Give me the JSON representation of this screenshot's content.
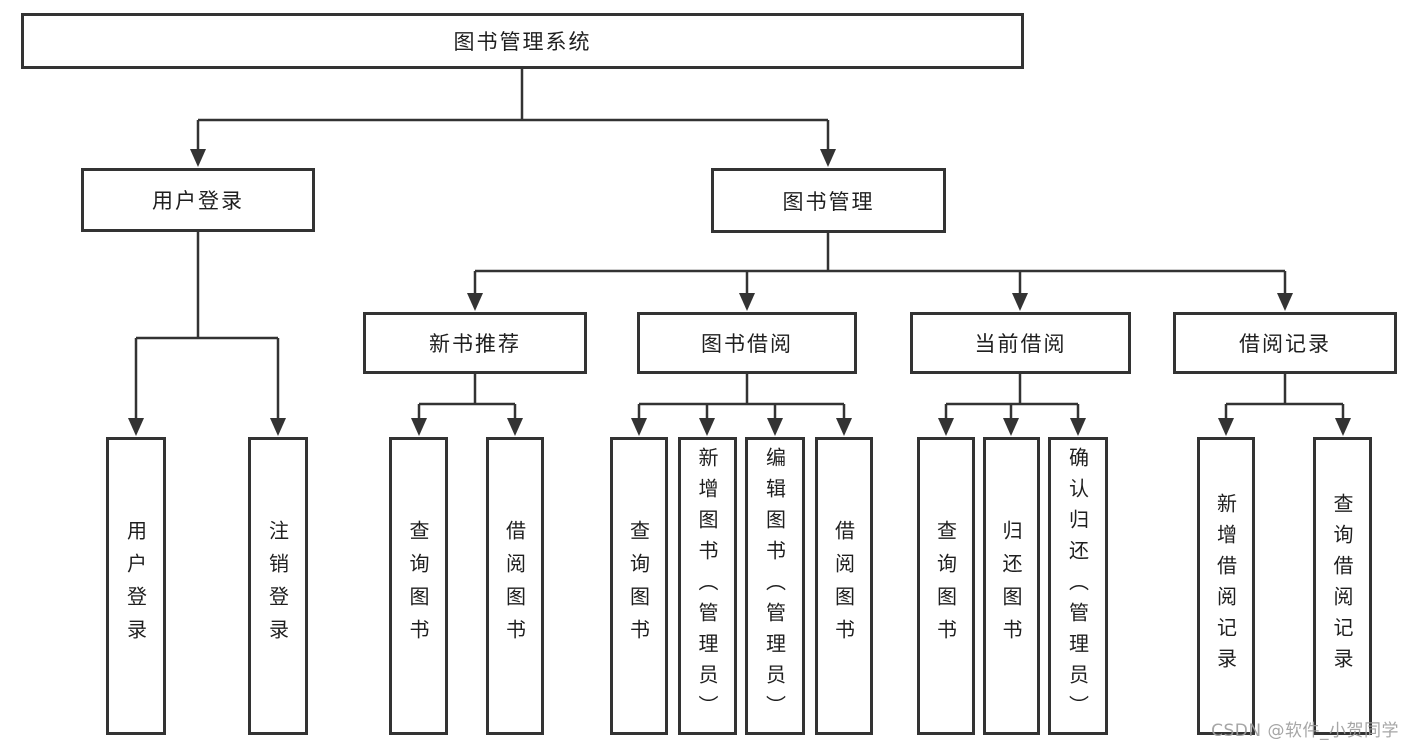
{
  "root": {
    "label": "图书管理系统"
  },
  "login": {
    "label": "用户登录",
    "leaves": [
      {
        "label": "用户登录"
      },
      {
        "label": "注销登录"
      }
    ]
  },
  "mgmt": {
    "label": "图书管理",
    "groups": [
      {
        "label": "新书推荐",
        "leaves": [
          {
            "label": "查询图书"
          },
          {
            "label": "借阅图书"
          }
        ]
      },
      {
        "label": "图书借阅",
        "leaves": [
          {
            "label": "查询图书"
          },
          {
            "label": "新增图书（管理员）"
          },
          {
            "label": "编辑图书（管理员）"
          },
          {
            "label": "借阅图书"
          }
        ]
      },
      {
        "label": "当前借阅",
        "leaves": [
          {
            "label": "查询图书"
          },
          {
            "label": "归还图书"
          },
          {
            "label": "确认归还（管理员）"
          }
        ]
      },
      {
        "label": "借阅记录",
        "leaves": [
          {
            "label": "新增借阅记录"
          },
          {
            "label": "查询借阅记录"
          }
        ]
      }
    ]
  },
  "watermark": "CSDN @软件_小贺同学",
  "colors": {
    "line": "#333333",
    "text": "#1f1f1f",
    "watermark": "#9e9e9e",
    "background": "#ffffff"
  }
}
